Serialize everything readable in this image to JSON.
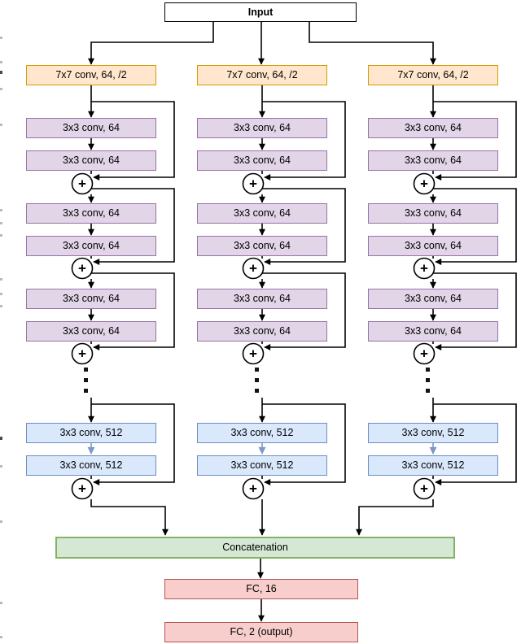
{
  "diagram": {
    "input_label": "Input",
    "branch_count": 3,
    "residual_blocks_visible_per_branch": 3,
    "labels": {
      "conv7": "7x7 conv, 64, /2",
      "conv64": "3x3 conv, 64",
      "conv512": "3x3 conv, 512",
      "plus": "+",
      "ellipsis_symbol": "⋮",
      "concat": "Concatenation",
      "fc16": "FC, 16",
      "fc2": "FC, 2 (output)"
    },
    "colors": {
      "input_fill": "#ffffff",
      "input_stroke": "#000000",
      "conv7_fill": "#ffe6cc",
      "conv7_stroke": "#d79b00",
      "conv64_fill": "#e1d5e7",
      "conv64_stroke": "#9673a6",
      "conv512_fill": "#dae8fc",
      "conv512_stroke": "#6c8ebf",
      "concat_fill": "#d5e8d4",
      "concat_stroke": "#82b366",
      "fc_fill": "#f8cecc",
      "fc_stroke": "#b85450",
      "connector": "#000000",
      "conv512_inner_arrow": "#7d97c6"
    }
  }
}
